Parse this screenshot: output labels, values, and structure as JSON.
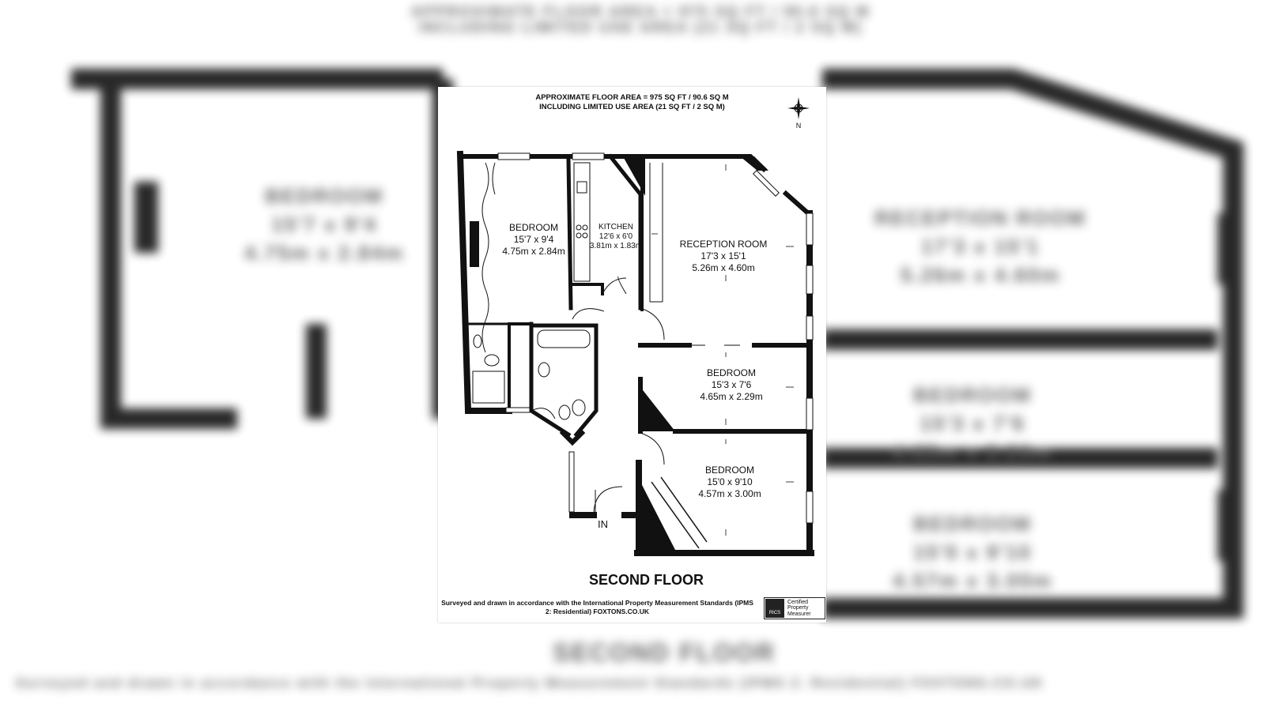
{
  "floorplan": {
    "area_line1": "APPROXIMATE FLOOR AREA = 975 SQ FT / 90.6 SQ M",
    "area_line2": "INCLUDING LIMITED USE AREA (21 SQ FT / 2 SQ M)",
    "north_label": "N",
    "floor_title": "SECOND FLOOR",
    "entry_label": "IN",
    "footer_text": "Surveyed and drawn in accordance with the International Property Measurement Standards (IPMS 2: Residential) FOXTONS.CO.UK",
    "rics_logo_text": "RICS",
    "rics_badge_text": "Certified Property Measurer",
    "rooms": [
      {
        "name": "BEDROOM",
        "imperial": "15'7 x 9'4",
        "metric": "4.75m x 2.84m"
      },
      {
        "name": "KITCHEN",
        "imperial": "12'6 x 6'0",
        "metric": "3.81m x 1.83m"
      },
      {
        "name": "RECEPTION ROOM",
        "imperial": "17'3 x 15'1",
        "metric": "5.26m x 4.60m"
      },
      {
        "name": "BEDROOM",
        "imperial": "15'3 x 7'6",
        "metric": "4.65m x 2.29m"
      },
      {
        "name": "BEDROOM",
        "imperial": "15'0 x 9'10",
        "metric": "4.57m x 3.00m"
      }
    ]
  },
  "colors": {
    "wall": "#111111",
    "background": "#ffffff"
  }
}
